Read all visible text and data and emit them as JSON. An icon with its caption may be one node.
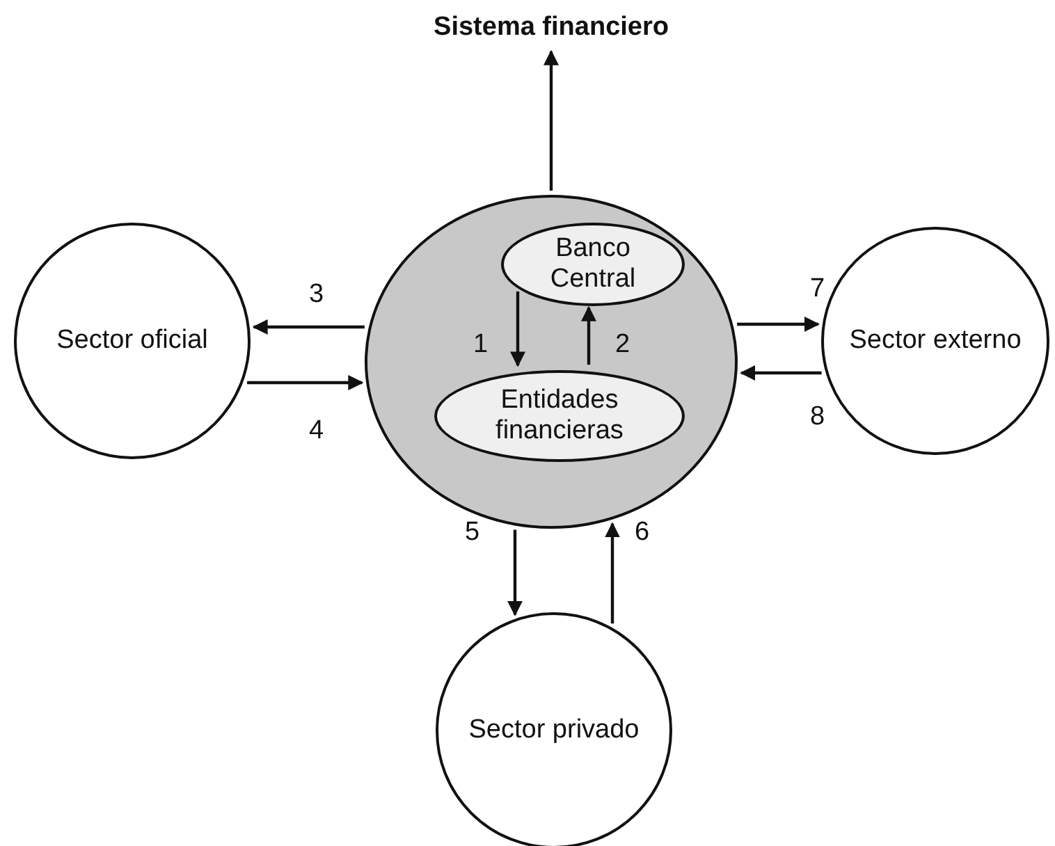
{
  "diagram": {
    "nodes": [
      {
        "text": [
          "Sistema financiero"
        ]
      },
      {
        "text": [],
        "shape": "circle"
      },
      {
        "text": [
          "Banco Central"
        ],
        "in": 1
      },
      {
        "text": [
          "Entidades financieras"
        ],
        "in": 1
      },
      {
        "text": [
          "Sector oficial"
        ]
      },
      {
        "text": [
          "Sector externo"
        ]
      },
      {
        "text": [
          "Sector privado"
        ]
      }
    ],
    "edges": [
      {
        "from": 1,
        "to": 0,
        "arrow": "to"
      },
      {
        "from": 2,
        "to": 3,
        "arrow": "to",
        "label": "1"
      },
      {
        "from": 3,
        "to": 2,
        "arrow": "to",
        "label": "2"
      },
      {
        "from": 1,
        "to": 4,
        "arrow": "to",
        "label": "3"
      },
      {
        "from": 4,
        "to": 1,
        "arrow": "to",
        "label": "4"
      },
      {
        "from": 1,
        "to": 6,
        "arrow": "to",
        "label": "5"
      },
      {
        "from": 6,
        "to": 1,
        "arrow": "to",
        "label": "6"
      },
      {
        "from": 1,
        "to": 5,
        "arrow": "to",
        "label": "7"
      },
      {
        "from": 5,
        "to": 1,
        "arrow": "to",
        "label": "8"
      }
    ]
  }
}
